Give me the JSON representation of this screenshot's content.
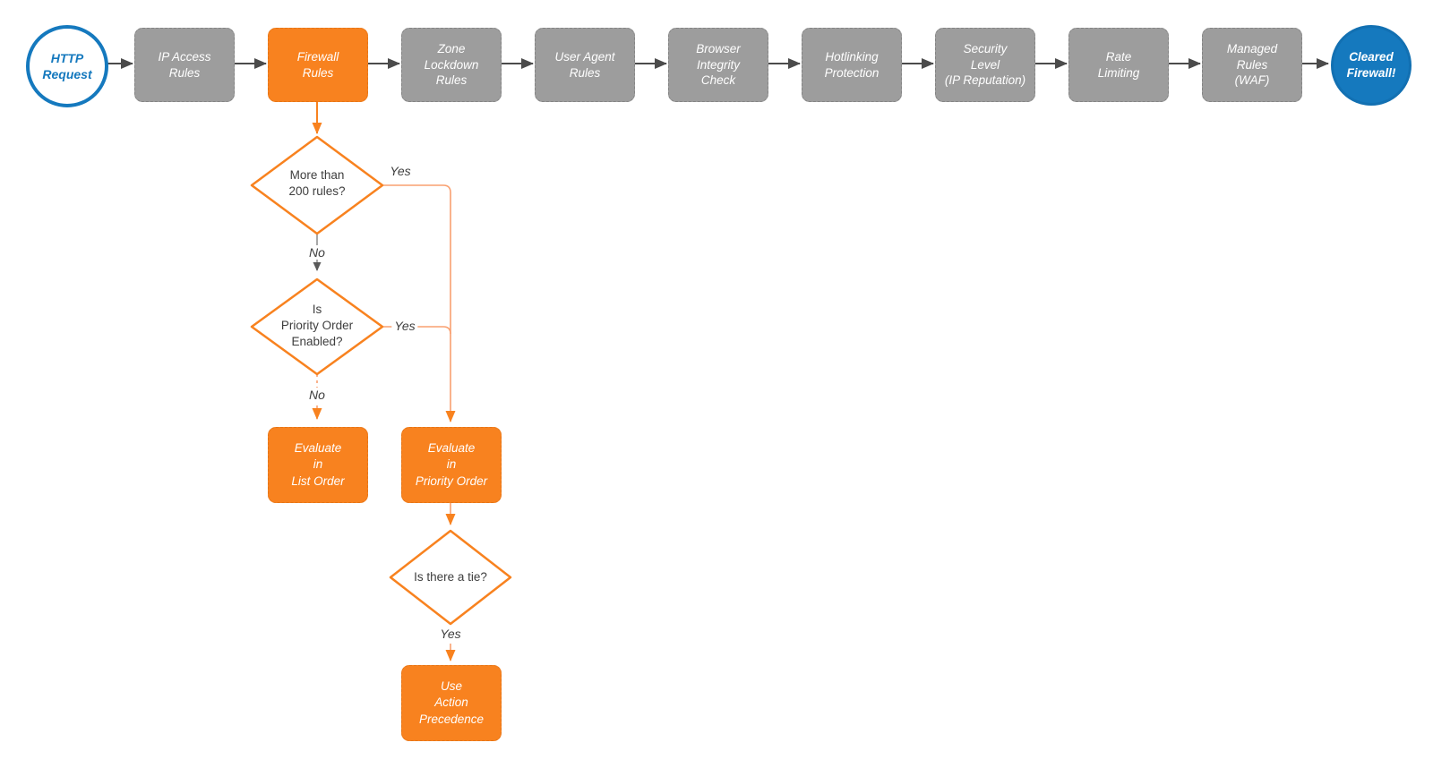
{
  "palette": {
    "accent_orange": "#f8821f",
    "connector_orange_light": "#f9a070",
    "stage_gray": "#9d9d9d",
    "brand_blue": "#1579be",
    "arrow_gray": "#4b4b4b",
    "text_dark": "#3e3e3e",
    "node_text": "#ffffff"
  },
  "pipeline": {
    "start_label": "HTTP\nRequest",
    "stages": [
      {
        "label": "IP Access\nRules",
        "highlight": false
      },
      {
        "label": "Firewall\nRules",
        "highlight": true
      },
      {
        "label": "Zone\nLockdown\nRules",
        "highlight": false
      },
      {
        "label": "User Agent\nRules",
        "highlight": false
      },
      {
        "label": "Browser\nIntegrity\nCheck",
        "highlight": false
      },
      {
        "label": "Hotlinking\nProtection",
        "highlight": false
      },
      {
        "label": "Security\nLevel\n(IP Reputation)",
        "highlight": false
      },
      {
        "label": "Rate\nLimiting",
        "highlight": false
      },
      {
        "label": "Managed\nRules\n(WAF)",
        "highlight": false
      }
    ],
    "end_label": "Cleared\nFirewall!"
  },
  "decision_tree": {
    "q_more_than_200": "More than\n200 rules?",
    "q_priority_enabled": "Is\nPriority Order\nEnabled?",
    "q_tie": "Is there a tie?",
    "label_yes_200": "Yes",
    "label_no_200": "No",
    "label_yes_priority": "Yes",
    "label_no_priority": "No",
    "label_yes_tie": "Yes",
    "action_list_order": "Evaluate\nin\nList Order",
    "action_priority_order": "Evaluate\nin\nPriority Order",
    "action_precedence": "Use\nAction\nPrecedence"
  }
}
